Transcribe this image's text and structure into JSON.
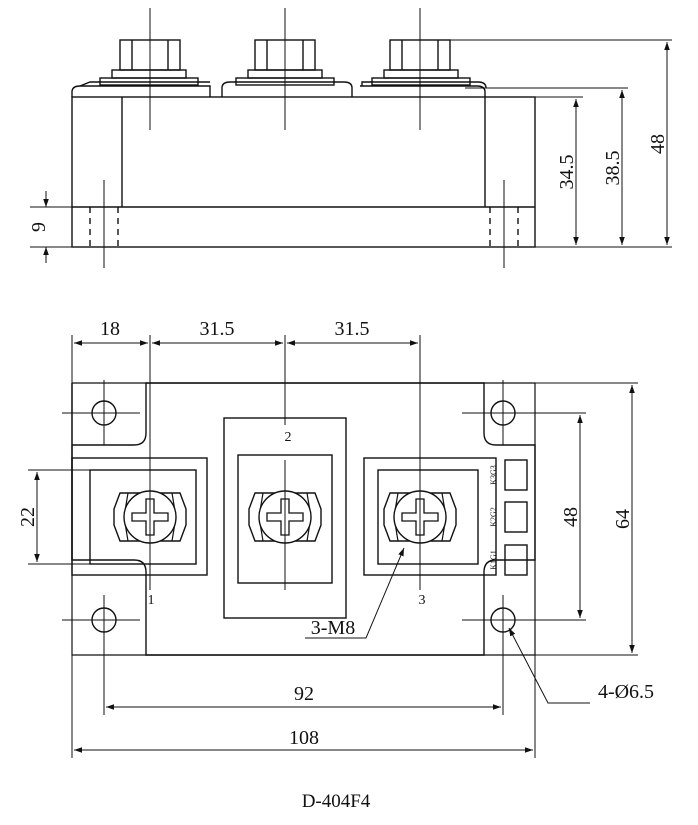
{
  "drawing": {
    "caption": "D-404F4",
    "side_view": {
      "dim_base_height": "9",
      "dim_body_height": "34.5",
      "dim_terminal_height": "38.5",
      "dim_total_height": "48"
    },
    "top_view": {
      "dim_left_offset": "18",
      "dim_pitch_1": "31.5",
      "dim_pitch_2": "31.5",
      "dim_terminal_window": "22",
      "dim_hole_pitch_vertical": "48",
      "dim_width": "64",
      "dim_hole_pitch_horizontal": "92",
      "dim_length": "108",
      "terminal_1": "1",
      "terminal_2": "2",
      "terminal_3": "3",
      "screw_callout": "3-M8",
      "hole_callout": "4-Ø6.5",
      "gate_label_1": "K1G1",
      "gate_label_2": "K2G2",
      "gate_label_3": "K3G3"
    }
  },
  "colors": {
    "line": "#111111",
    "background": "#ffffff"
  }
}
